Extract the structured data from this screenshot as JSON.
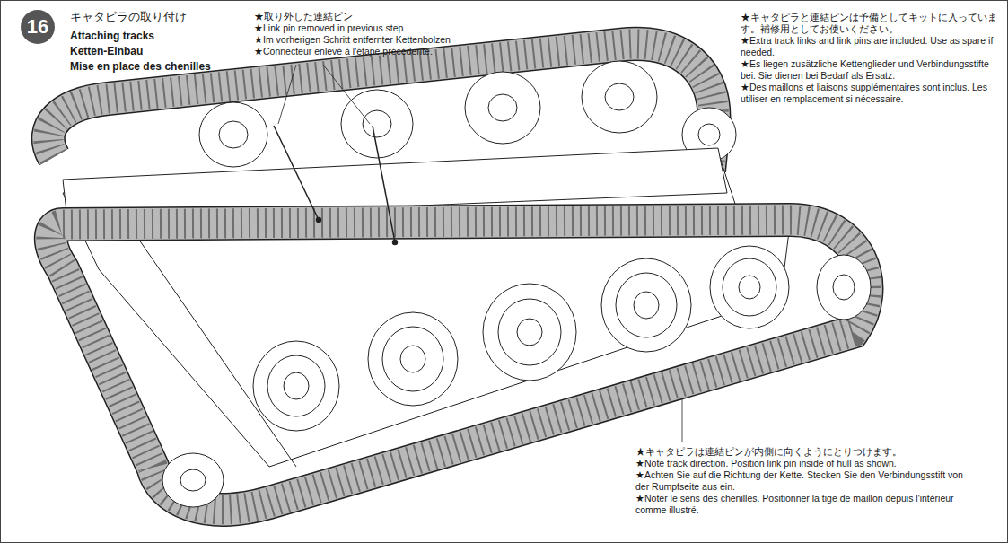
{
  "diagram": {
    "nodes": [
      {
        "text": [
          "16"
        ]
      }
    ],
    "labels": [
      "キャタピラの取り付け",
      "Attaching tracks",
      "Ketten-Einbau",
      "Mise en place des chenilles",
      "★取り外した連結ピン",
      "★Link pin removed in previous step",
      "★Im vorherigen Schritt entfernter Kettenbolzen",
      "★Connecteur enlevé à l'étape précédente.",
      "★キャタピラと連結ピンは予備としてキットに入っています。補修用としてお使いください。",
      "★Extra track links and link pins are included. Use as spare if needed.",
      "★Es liegen zusätzliche Kettenglieder und Verbindungsstifte bei. Sie dienen bei Bedarf als Ersatz.",
      "★Des maillons et liaisons supplémentaires sont inclus. Les utiliser en remplacement si nécessaire.",
      "★キャタピラは連結ピンが内側に向くようにとりつけます。",
      "★Note track direction. Position link pin inside of hull as shown.",
      "★Achten Sie auf die Richtung der Kette. Stecken Sie den Verbindungsstift von der Rumpfseite aus ein.",
      "★Noter le sens des chenilles. Positionner la tige de maillon depuis l'intérieur comme illustré."
    ]
  }
}
